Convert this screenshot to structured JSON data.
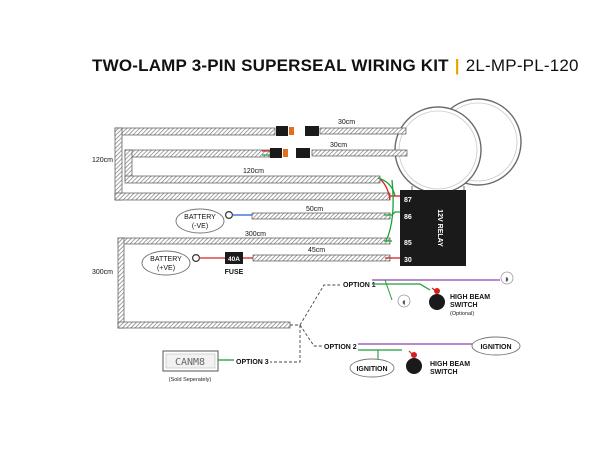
{
  "title": {
    "main": "TWO-LAMP 3-PIN SUPERSEAL WIRING KIT",
    "separator": "|",
    "code": "2L-MP-PL-120"
  },
  "lengths": {
    "top_30a": "30cm",
    "top_30b": "30cm",
    "left_120": "120cm",
    "mid_120": "120cm",
    "ground_50": "50cm",
    "loop_300": "300cm",
    "fuse_45": "45cm",
    "left_300": "300cm"
  },
  "relay": {
    "label": "12V RELAY",
    "pin87": "87",
    "pin86": "86",
    "pin85": "85",
    "pin30": "30"
  },
  "battery_neg": {
    "line1": "BATTERY",
    "line2": "(-VE)"
  },
  "battery_pos": {
    "line1": "BATTERY",
    "line2": "(+VE)"
  },
  "fuse": {
    "rating": "40A",
    "label": "FUSE"
  },
  "options": {
    "option1": "OPTION 1",
    "option2": "OPTION 2",
    "option3": "OPTION 3"
  },
  "switch1": {
    "line1": "HIGH BEAM",
    "line2": "SWITCH",
    "note": "(Optional)"
  },
  "switch2": {
    "line1": "HIGH BEAM",
    "line2": "SWITCH"
  },
  "ignition": {
    "label_a": "IGNITION",
    "label_b": "IGNITION"
  },
  "canm8": {
    "label": "CANM8",
    "note": "(Sold Seperately)"
  },
  "colors": {
    "loom": "#888888",
    "red": "#d62020",
    "green": "#1f9e3a",
    "purple": "#8e44ad",
    "blue": "#1e5fd8",
    "relay": "#1a1a1a",
    "accent": "#e6a800"
  }
}
